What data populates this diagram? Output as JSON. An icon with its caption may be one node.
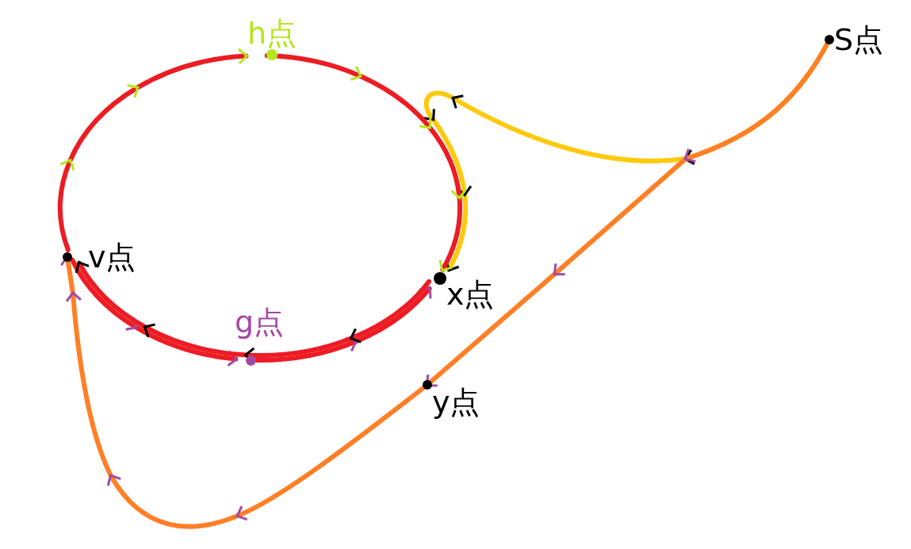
{
  "diagram": {
    "nodes": [
      {
        "text": [
          "S点"
        ]
      },
      {
        "text": [
          "h点"
        ]
      },
      {
        "text": [
          "v点"
        ]
      },
      {
        "text": [
          "x点"
        ]
      },
      {
        "text": [
          "g点"
        ]
      },
      {
        "text": [
          "y点"
        ]
      }
    ],
    "edges": [
      {
        "from": 0,
        "to": 3,
        "arrow": "to",
        "color": "#ffc90e"
      },
      {
        "from": 0,
        "to": 5,
        "arrow": "to",
        "color": "#ff7f27"
      },
      {
        "from": 5,
        "to": 2,
        "arrow": "to",
        "color": "#ff7f27"
      },
      {
        "from": 2,
        "to": 1,
        "arrow": "to",
        "color": "#ed1c24"
      },
      {
        "from": 1,
        "to": 3,
        "arrow": "to",
        "color": "#ed1c24"
      },
      {
        "from": 2,
        "to": 4,
        "arrow": "to",
        "color": "#ed1c24"
      },
      {
        "from": 4,
        "to": 3,
        "arrow": "to",
        "color": "#ed1c24"
      },
      {
        "from": 3,
        "to": 2,
        "arrow": "to",
        "color": "#ed1c24"
      }
    ]
  }
}
